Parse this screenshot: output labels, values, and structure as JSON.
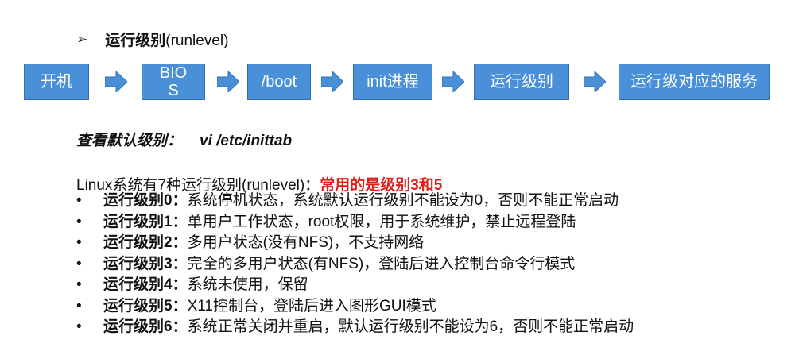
{
  "title": {
    "bullet": "➢",
    "label_zh": "运行级别",
    "label_en": "(runlevel)"
  },
  "flow": {
    "steps": [
      "开机",
      "BIO\nS",
      "/boot",
      "init进程",
      "运行级别",
      "运行级对应的服务"
    ],
    "box_color": "#4a90d9",
    "arrow_color": "#4a90d9"
  },
  "default_runlevel": {
    "label": "查看默认级别：",
    "command": "vi /etc/inittab"
  },
  "intro": {
    "text": "Linux系统有7种运行级别(runlevel)：",
    "highlight": "常用的是级别3和5",
    "highlight_color": "#e0201b"
  },
  "levels": [
    {
      "name": "运行级别0：",
      "desc": "系统停机状态，系统默认运行级别不能设为0，否则不能正常启动"
    },
    {
      "name": "运行级别1：",
      "desc": "单用户工作状态，root权限，用于系统维护，禁止远程登陆"
    },
    {
      "name": "运行级别2：",
      "desc": "多用户状态(没有NFS)，不支持网络"
    },
    {
      "name": "运行级别3：",
      "desc": "完全的多用户状态(有NFS)，登陆后进入控制台命令行模式"
    },
    {
      "name": "运行级别4：",
      "desc": "系统未使用，保留"
    },
    {
      "name": "运行级别5：",
      "desc": "X11控制台，登陆后进入图形GUI模式"
    },
    {
      "name": "运行级别6：",
      "desc": "系统正常关闭并重启，默认运行级别不能设为6，否则不能正常启动"
    }
  ]
}
